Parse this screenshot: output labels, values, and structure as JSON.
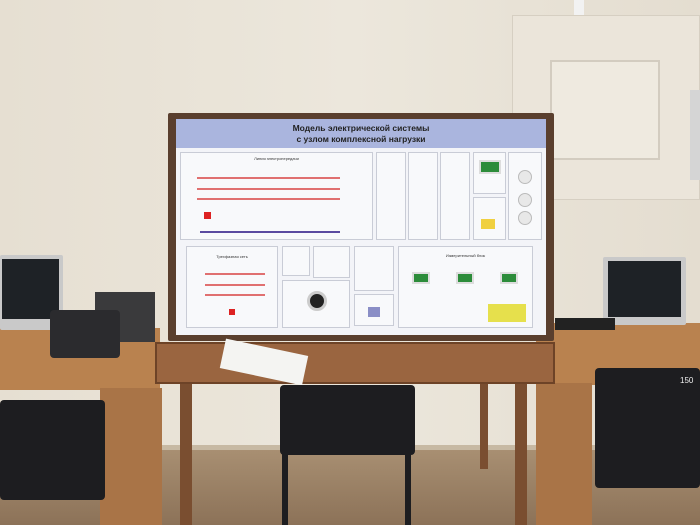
{
  "panel": {
    "title_line1": "Модель электрической системы",
    "title_line2": "с узлом комплексной нагрузки",
    "sections": {
      "transmission_line": "Линия электропередачи",
      "three_phase_network": "Трехфазная сеть",
      "measurement_block": "Измерительный блок"
    }
  },
  "chair_number": "150",
  "colors": {
    "panel_title_bar": "#aab5de",
    "frame": "#5a3f2e",
    "table": "#9a6540"
  }
}
